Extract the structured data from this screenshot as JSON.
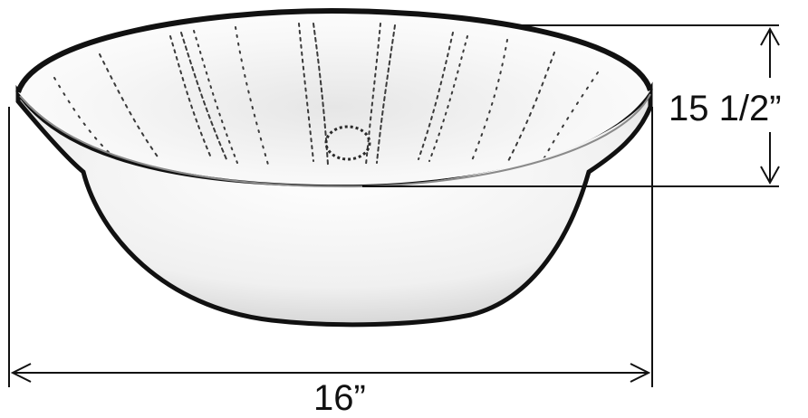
{
  "diagram": {
    "subject": "hammered-bowl",
    "dimensions": {
      "depth_label": "15 1/2”",
      "width_label": "16”"
    },
    "colors": {
      "line": "#111111",
      "bowl_fill": "#f4f4f4",
      "texture": "#3a3a3a",
      "background": "#ffffff"
    }
  }
}
